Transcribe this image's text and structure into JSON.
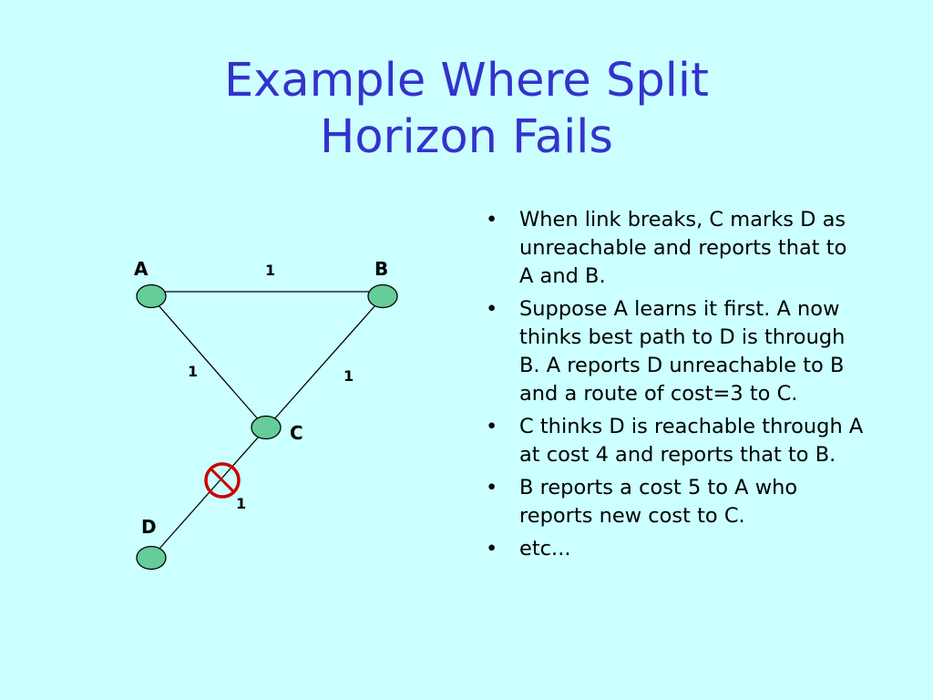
{
  "slide": {
    "title_line1": "Example Where Split",
    "title_line2": "Horizon Fails",
    "title_color": "#3333cc",
    "background_color": "#ccffff"
  },
  "diagram": {
    "node_color": "#66cc99",
    "break_marker_color": "#cc0000",
    "break_marker_icon": "circle-x-icon",
    "nodes": [
      {
        "id": "A",
        "label": "A"
      },
      {
        "id": "B",
        "label": "B"
      },
      {
        "id": "C",
        "label": "C"
      },
      {
        "id": "D",
        "label": "D"
      }
    ],
    "edges": [
      {
        "from": "A",
        "to": "B",
        "cost": "1"
      },
      {
        "from": "A",
        "to": "C",
        "cost": "1"
      },
      {
        "from": "B",
        "to": "C",
        "cost": "1"
      },
      {
        "from": "C",
        "to": "D",
        "cost": "1",
        "broken": true
      }
    ]
  },
  "bullets": [
    "When link breaks, C marks D as unreachable and reports that to A and B.",
    "Suppose A learns it first. A now thinks best path to D is through B. A reports D unreachable to B and a route of cost=3 to C.",
    "C thinks D is reachable through A at cost 4 and reports that to B.",
    "B reports a cost 5 to A who reports new cost to C.",
    "etc..."
  ]
}
